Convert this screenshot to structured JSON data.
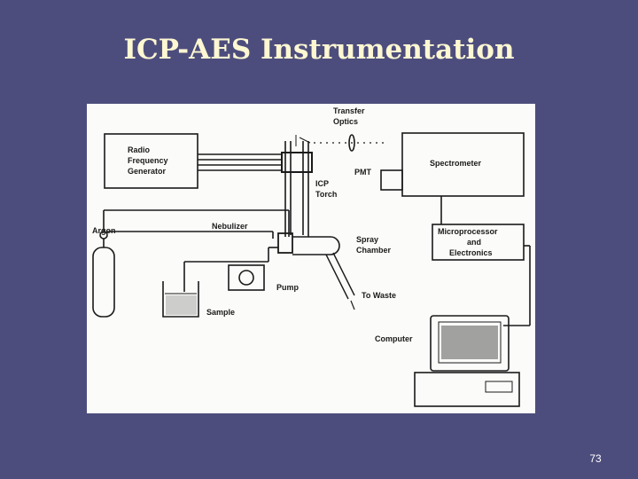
{
  "slide": {
    "title": "ICP-AES Instrumentation",
    "page_number": "73"
  },
  "diagram": {
    "labels": {
      "rf_generator_1": "Radio",
      "rf_generator_2": "Frequency",
      "rf_generator_3": "Generator",
      "transfer_optics_1": "Transfer",
      "transfer_optics_2": "Optics",
      "pmt": "PMT",
      "spectrometer": "Spectrometer",
      "icp_torch_1": "ICP",
      "icp_torch_2": "Torch",
      "argon": "Argon",
      "nebulizer": "Nebulizer",
      "spray_chamber_1": "Spray",
      "spray_chamber_2": "Chamber",
      "microprocessor_1": "Microprocessor",
      "microprocessor_2": "and",
      "microprocessor_3": "Electronics",
      "pump": "Pump",
      "to_waste": "To Waste",
      "sample": "Sample",
      "computer": "Computer"
    }
  },
  "colors": {
    "background": "#4d4d7d",
    "title": "#fdf7d2",
    "figure_bg": "#fbfbf9",
    "ink": "#1a1a1a"
  }
}
